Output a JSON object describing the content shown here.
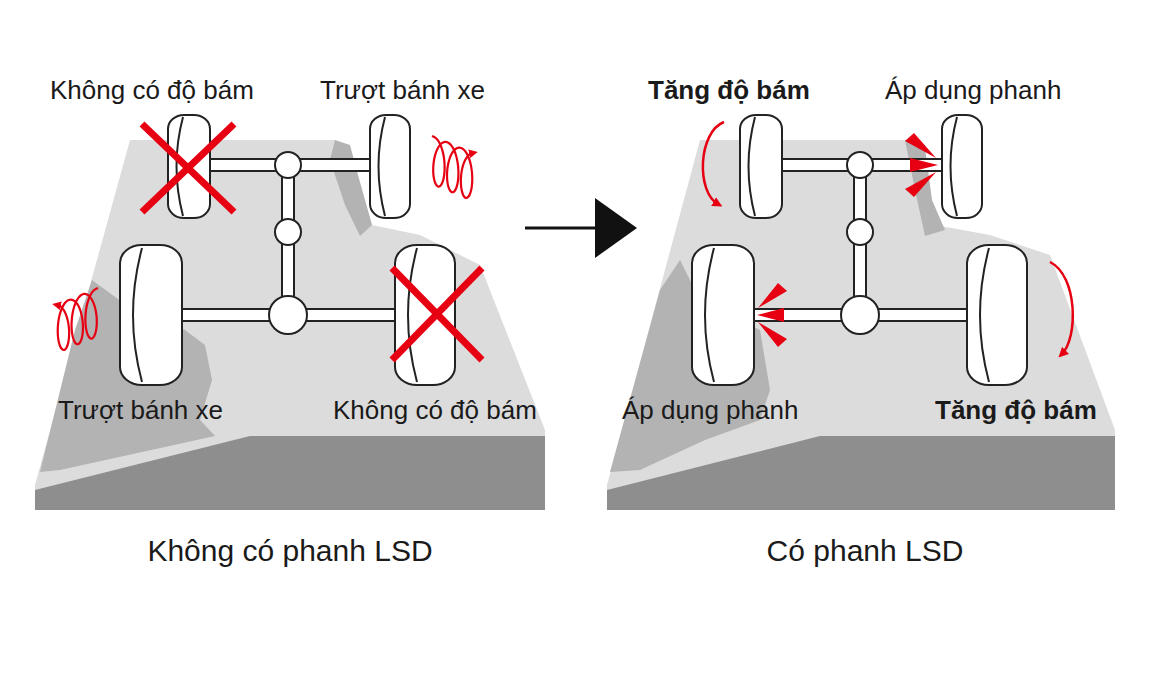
{
  "diagram": {
    "labels": [
      "Không có độ bám",
      "Trượt bánh xe",
      "Trượt bánh xe",
      "Không có độ bám",
      "Không có phanh LSD",
      "Tăng độ bám",
      "Áp dụng phanh",
      "Áp dụng phanh",
      "Tăng độ bám",
      "Có phanh LSD"
    ]
  }
}
